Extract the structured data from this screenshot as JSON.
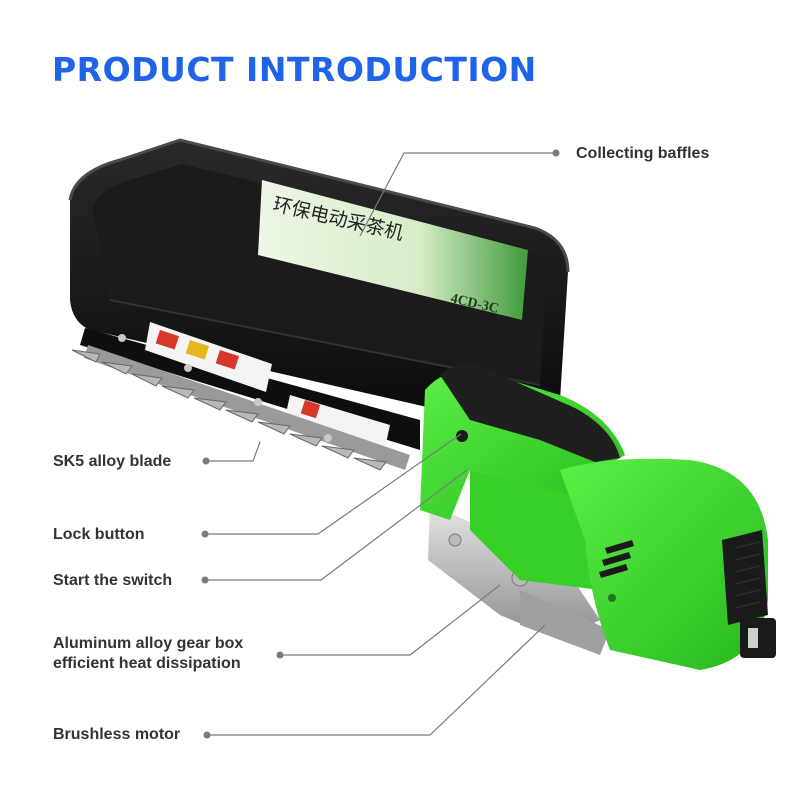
{
  "page": {
    "title": "PRODUCT INTRODUCTION",
    "colors": {
      "title_blue": "#1f63e6",
      "body_green": "#3fdc2c",
      "tray_black": "#141414",
      "label_text": "#333333",
      "leader_gray": "#7a7a7a"
    }
  },
  "product": {
    "tray_sign": {
      "line1": "环保电动采茶机",
      "model": "4CD-3C"
    }
  },
  "callouts": [
    {
      "id": "collecting-baffles",
      "label": "Collecting baffles"
    },
    {
      "id": "sk5-alloy-blade",
      "label": "SK5 alloy blade"
    },
    {
      "id": "lock-button",
      "label": "Lock button"
    },
    {
      "id": "start-switch",
      "label": "Start the switch"
    },
    {
      "id": "gear-box",
      "label": "Aluminum alloy gear box",
      "label2": "efficient heat dissipation"
    },
    {
      "id": "brushless-motor",
      "label": "Brushless motor"
    }
  ]
}
